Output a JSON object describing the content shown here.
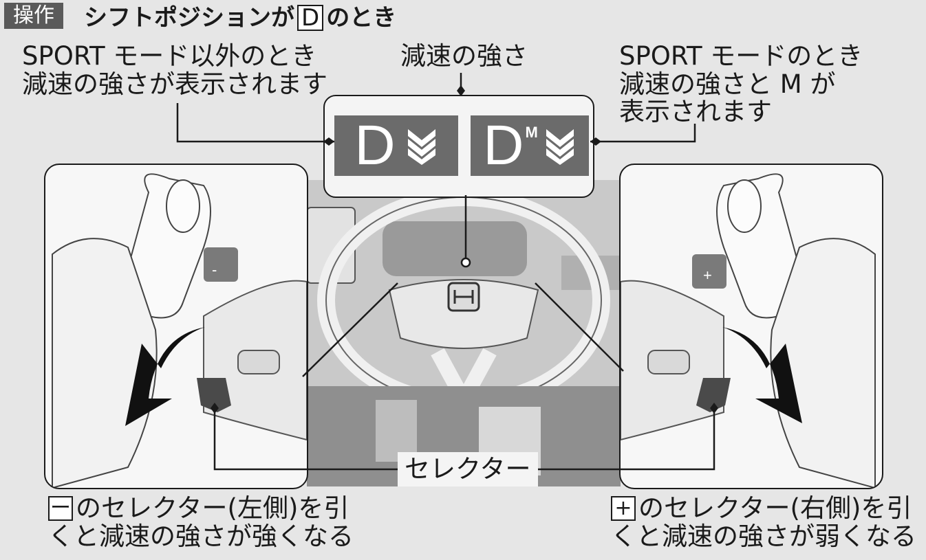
{
  "header": {
    "badge": "操作",
    "title_prefix": "シフトポジションが",
    "title_position": "D",
    "title_suffix": "のとき"
  },
  "labels": {
    "left": [
      "SPORT モード以外のとき",
      "減速の強さが表示されます"
    ],
    "center": "減速の強さ",
    "right": [
      "SPORT モードのとき",
      "減速の強さと M が",
      "表示されます"
    ],
    "selector": "セレクター"
  },
  "display": {
    "left_gear": "D",
    "right_gear": "D",
    "right_mode": "M"
  },
  "paddles": {
    "minus_symbol": "-",
    "plus_symbol": "+"
  },
  "bottom": {
    "left_symbol": "ー",
    "left_line1": "のセレクター(左側)を引",
    "left_line2": "くと減速の強さが強くなる",
    "right_symbol": "+",
    "right_line1": "のセレクター(右側)を引",
    "right_line2": "くと減速の強さが弱くなる"
  },
  "colors": {
    "background": "#e6e6e6",
    "display_fill": "#6b6b6b",
    "arrow": "#111111"
  }
}
